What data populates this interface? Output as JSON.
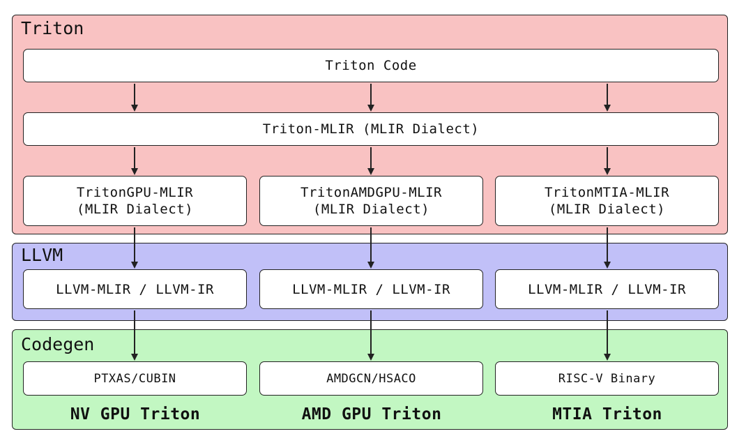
{
  "sections": {
    "triton": {
      "title": "Triton",
      "color": "#f9c2c2"
    },
    "llvm": {
      "title": "LLVM",
      "color": "#c1c0f8"
    },
    "codegen": {
      "title": "Codegen",
      "color": "#c2f7c2"
    }
  },
  "triton_code": "Triton Code",
  "triton_mlir": "Triton-MLIR (MLIR Dialect)",
  "dialects": [
    {
      "line1": "TritonGPU-MLIR",
      "line2": "(MLIR Dialect)"
    },
    {
      "line1": "TritonAMDGPU-MLIR",
      "line2": "(MLIR Dialect)"
    },
    {
      "line1": "TritonMTIA-MLIR",
      "line2": "(MLIR Dialect)"
    }
  ],
  "llvm_boxes": [
    "LLVM-MLIR / LLVM-IR",
    "LLVM-MLIR / LLVM-IR",
    "LLVM-MLIR / LLVM-IR"
  ],
  "codegen_boxes": [
    "PTXAS/CUBIN",
    "AMDGCN/HSACO",
    "RISC-V Binary"
  ],
  "captions": [
    "NV GPU Triton",
    "AMD GPU Triton",
    "MTIA Triton"
  ]
}
